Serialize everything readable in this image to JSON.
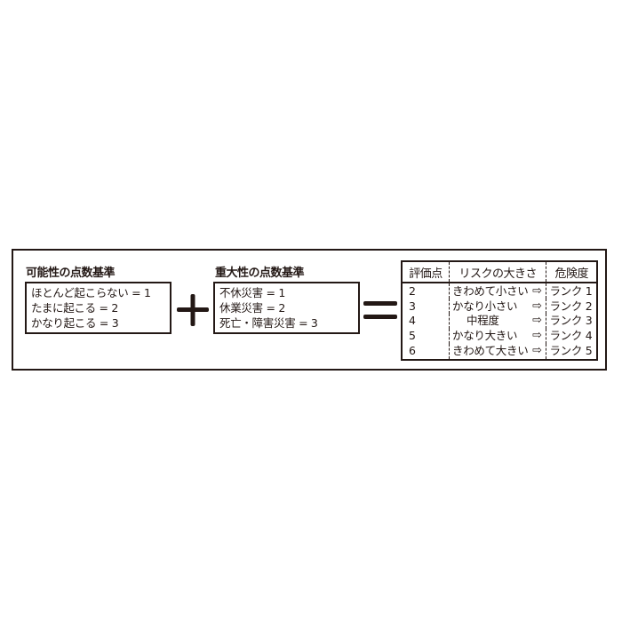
{
  "likelihood": {
    "title": "可能性の点数基準",
    "items": [
      "ほとんど起こらない = 1",
      "たまに起こる = 2",
      "かなり起こる = 3"
    ]
  },
  "operator_plus": "+",
  "severity": {
    "title": "重大性の点数基準",
    "items": [
      "不休災害 = 1",
      "休業災害 = 2",
      "死亡・障害災害 = 3"
    ]
  },
  "operator_equals": "=",
  "risk_table": {
    "headers": [
      "評価点",
      "リスクの大きさ",
      "危険度"
    ],
    "arrow_icon": "hollow-right-arrow",
    "rows": [
      {
        "score": "2",
        "size": "きわめて小さい",
        "rank": "ランク 1"
      },
      {
        "score": "3",
        "size": "かなり小さい",
        "rank": "ランク 2"
      },
      {
        "score": "4",
        "size": "中程度",
        "rank": "ランク 3"
      },
      {
        "score": "5",
        "size": "かなり大きい",
        "rank": "ランク 4"
      },
      {
        "score": "6",
        "size": "きわめて大きい",
        "rank": "ランク 5"
      }
    ]
  },
  "colors": {
    "ink": "#231815",
    "background": "#ffffff"
  }
}
